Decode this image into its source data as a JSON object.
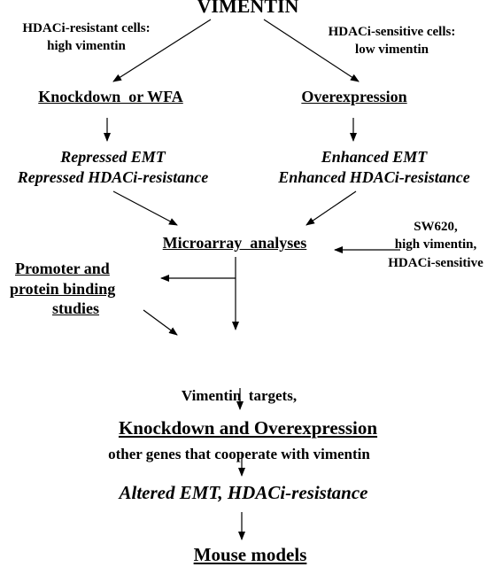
{
  "diagram": {
    "title": "VIMENTIN",
    "left_branch": {
      "label_line1": "HDACi-resistant cells:",
      "label_line2": "high vimentin",
      "action": "Knockdown  or WFA",
      "result_line1": "Repressed EMT",
      "result_line2": "Repressed HDACi-resistance"
    },
    "right_branch": {
      "label_line1": "HDACi-sensitive cells:",
      "label_line2": "low vimentin",
      "action": "Overexpression",
      "result_line1": "Enhanced EMT",
      "result_line2": "Enhanced HDACi-resistance"
    },
    "microarray": "Microarray  analyses",
    "sw620": {
      "line1": "SW620,",
      "line2": "high vimentin,",
      "line3": "HDACi-sensitive"
    },
    "promoter": {
      "line1": "Promoter and",
      "line2": "protein binding",
      "line3": "studies"
    },
    "targets": {
      "line1": "Vimentin  targets,",
      "line2": "other genes that cooperate with vimentin"
    },
    "knockdown_overexpression": "Knockdown and Overexpression",
    "altered": "Altered EMT, HDACi-resistance",
    "mouse_models": "Mouse models"
  }
}
